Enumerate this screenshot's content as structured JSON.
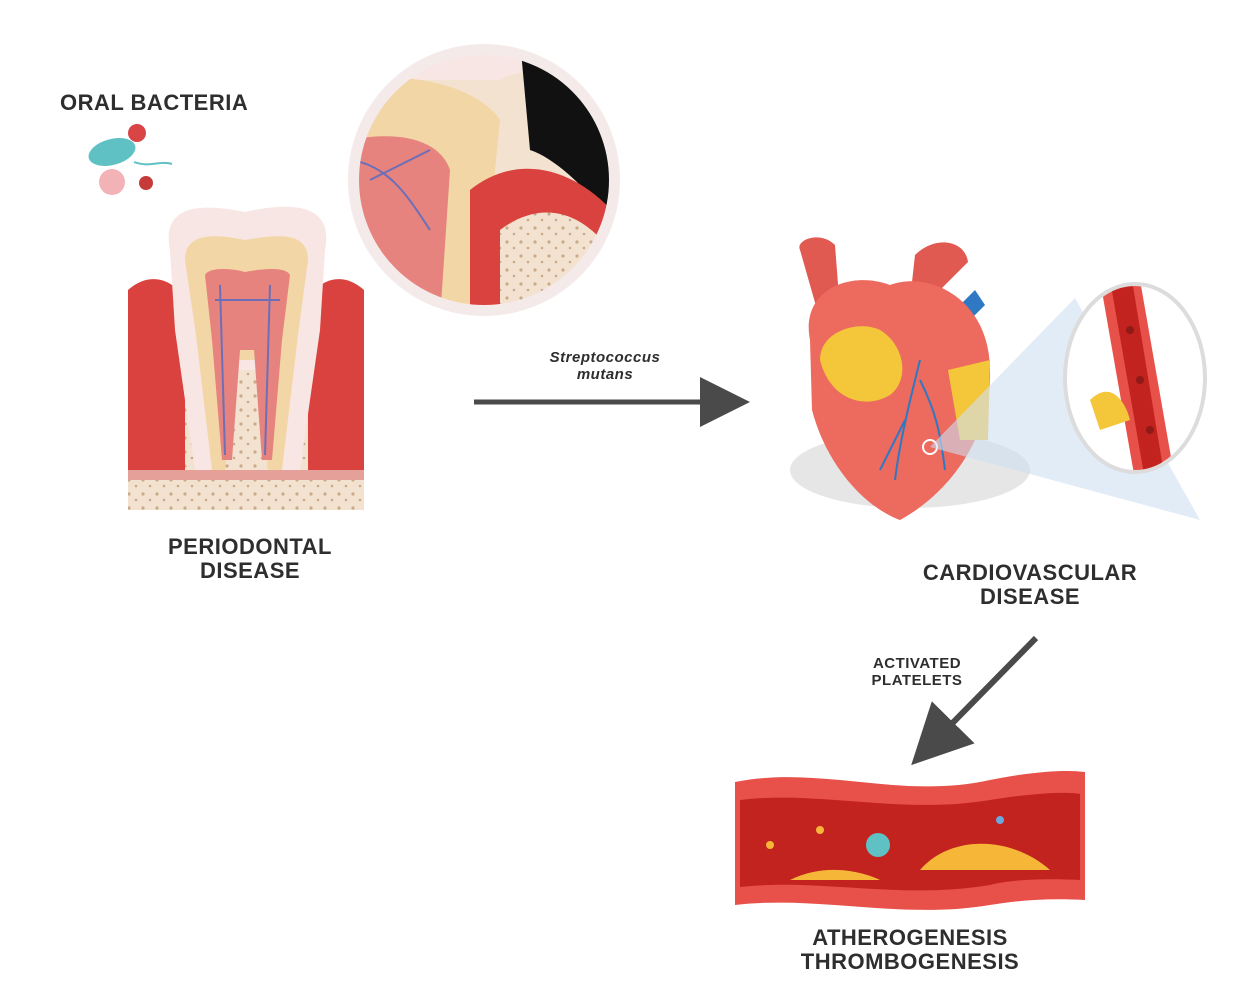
{
  "labels": {
    "oral_bacteria": "ORAL BACTERIA",
    "periodontal_line1": "PERIODONTAL",
    "periodontal_line2": "DISEASE",
    "pathogen_line1": "Streptococcus",
    "pathogen_line2": "mutans",
    "cardio_line1": "CARDIOVASCULAR",
    "cardio_line2": "DISEASE",
    "platelets_line1": "ACTIVATED",
    "platelets_line2": "PLATELETS",
    "outcome_line1": "ATHEROGENESIS",
    "outcome_line2": "THROMBOGENESIS"
  },
  "colors": {
    "arrow": "#4a4a4a",
    "gum": "#d9423f",
    "bone": "#f3e2cf",
    "enamel": "#f7e6e3",
    "dentin": "#f3d6a5",
    "pulp": "#e7837e",
    "nerve": "#6c6fb8",
    "heart": "#ec6a5e",
    "heart_dark": "#d24a42",
    "fat": "#f4c63a",
    "vein": "#2f78c4",
    "vessel_wall": "#e8514a",
    "vessel_lumen": "#c3231f",
    "plaque": "#f6b739"
  },
  "icons": [
    "bacteria-cluster-icon",
    "tooth-cross-section-icon",
    "magnifier-lens-icon",
    "heart-icon",
    "artery-plaque-icon"
  ]
}
